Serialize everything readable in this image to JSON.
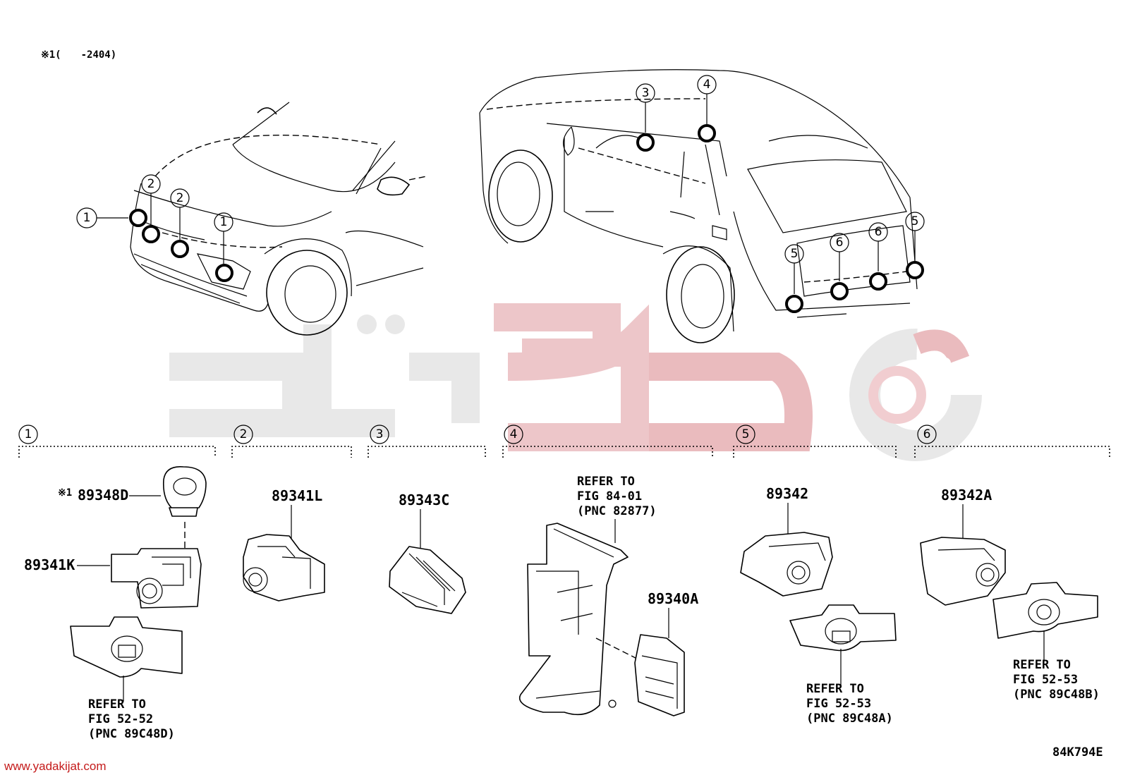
{
  "header_note": "※1(　　-2404)",
  "callouts": [
    "1",
    "2",
    "3",
    "4",
    "5",
    "6"
  ],
  "parts": {
    "group1": {
      "note_mark": "※1",
      "p1": "89348D",
      "p2": "89341K",
      "refer": [
        "REFER TO",
        "FIG 52-52",
        "(PNC 89C48D)"
      ]
    },
    "group2": {
      "p1": "89341L"
    },
    "group3": {
      "p1": "89343C"
    },
    "group4": {
      "p1": "89340A",
      "refer": [
        "REFER TO",
        "FIG 84-01",
        "(PNC 82877)"
      ]
    },
    "group5": {
      "p1": "89342",
      "refer": [
        "REFER TO",
        "FIG 52-53",
        "(PNC 89C48A)"
      ]
    },
    "group6": {
      "p1": "89342A",
      "refer": [
        "REFER TO",
        "FIG 52-53",
        "(PNC 89C48B)"
      ]
    }
  },
  "footer": {
    "website": "www.yadakijat.com",
    "drawing_code": "84K794E"
  },
  "colors": {
    "ink": "#000000",
    "watermark_red": "#e8b4b8",
    "watermark_grey": "#e6e6e6",
    "url_red": "#c41a1a"
  }
}
